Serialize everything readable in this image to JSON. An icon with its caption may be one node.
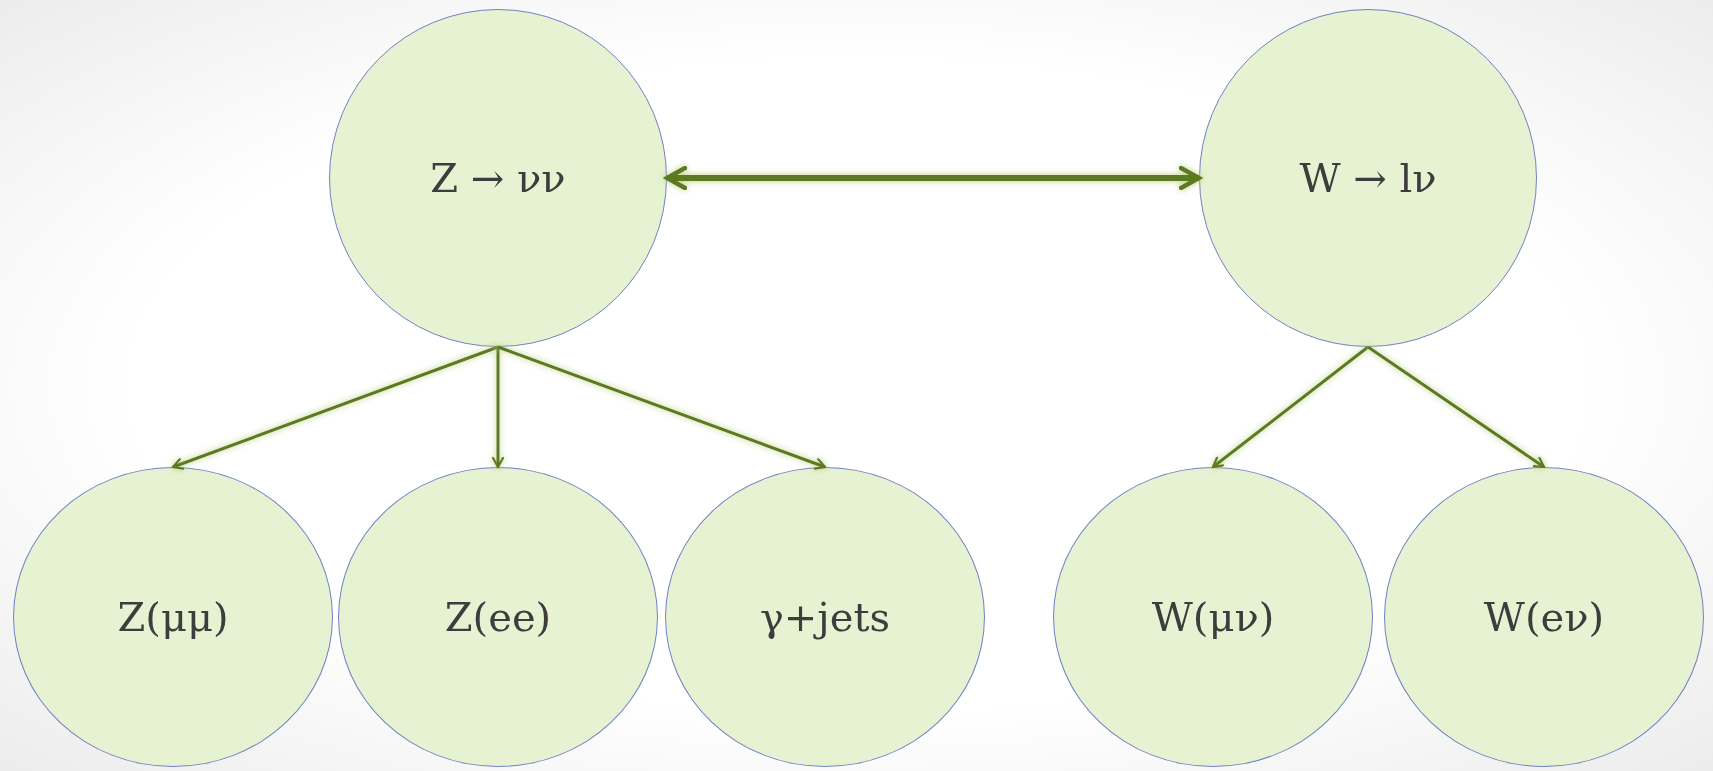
{
  "diagram": {
    "nodes": [
      {
        "text": [
          "Z → νν"
        ]
      },
      {
        "text": [
          "W → lν"
        ]
      },
      {
        "text": [
          "Z(μμ)"
        ]
      },
      {
        "text": [
          "Z(ee)"
        ]
      },
      {
        "text": [
          "γ+jets"
        ]
      },
      {
        "text": [
          "W(μν)"
        ]
      },
      {
        "text": [
          "W(eν)"
        ]
      }
    ],
    "edges": [
      {
        "from": 0,
        "to": 1,
        "arrow": "both",
        "style": "thick"
      },
      {
        "from": 0,
        "to": 2,
        "arrow": "to"
      },
      {
        "from": 0,
        "to": 3,
        "arrow": "to"
      },
      {
        "from": 0,
        "to": 4,
        "arrow": "to"
      },
      {
        "from": 1,
        "to": 5,
        "arrow": "to"
      },
      {
        "from": 1,
        "to": 6,
        "arrow": "to"
      }
    ]
  }
}
